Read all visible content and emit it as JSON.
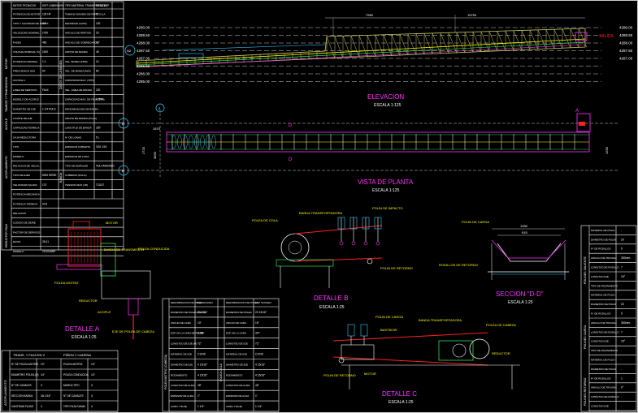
{
  "colors": {
    "background": "#000000",
    "frame": "#ffffff",
    "magenta": "#ff33ff",
    "yellow": "#ffff00",
    "green": "#33ff66",
    "cyan": "#33ccff",
    "red": "#ff2020",
    "olive": "#c8c864"
  },
  "titles": {
    "elevacion": "ELEVACION",
    "elevacion_scale": "ESCALA 1:125",
    "planta": "VISTA DE PLANTA",
    "planta_scale": "ESCALA 1:125",
    "detalle_a": "DETALLE A",
    "detalle_a_scale": "ESCALA 1:25",
    "detalle_b": "DETALLE B",
    "detalle_b_scale": "ESCALA 1:25",
    "detalle_c": "DETALLE C",
    "detalle_c_scale": "ESCALA 1:25",
    "seccion": "SECCION \"D-D\"",
    "seccion_scale": "ESCALA 1:25"
  },
  "elevation": {
    "levels_left": [
      "4290.00",
      "4289.50",
      "4288.00",
      "4287.50",
      "4287.00",
      "4286.50",
      "4286.00",
      "4285.00"
    ],
    "levels_right": [
      "4290.00",
      "4289.50",
      "4288.00",
      "4287.50",
      "4287.00"
    ],
    "dim_1": "7950",
    "dim_2": "15750",
    "tag_n": "N2",
    "tag_red": "SALIDA"
  },
  "planta": {
    "axis_a": "A",
    "axis_b": "B",
    "axis_2": "2",
    "cut_d": "D",
    "dim_1": "1870",
    "dim_2": "2720",
    "dim_3": "3890",
    "dim_4": "1250"
  },
  "labels": {
    "motor": "MOTOR",
    "banda_transmision": "BANDA DE TRANSMISION",
    "polea_conducida": "POLEA CONDUCIDA",
    "polea_motriz": "POLEA MOTRIZ",
    "reductor_a": "REDUCTOR",
    "acople": "ACOPLE",
    "eje_polea": "EJE DE POLEA DE CABEZA",
    "banda_transportadora_b": "BANDA TRANSPORTADORA",
    "polin_impacto": "POLIN DE IMPACTO",
    "polea_cola": "POLEA DE COLA",
    "polin_retorno_b": "POLIN DE RETORNO",
    "polin_carga": "POLIN DE CARGA",
    "rodillos_retorno": "RODILLOS DE RETORNO",
    "seccion_dim1": "1250",
    "seccion_dim2": "915",
    "polin_carga_c": "POLIN DE CARGA",
    "bastidor": "BASTIDOR",
    "banda_transportadora_c": "BANDA TRANSPORTADORA",
    "polea_cabeza": "POLEA DE CABEZA",
    "reductor_c": "REDUCTOR",
    "motor_c": "MOTOR",
    "polin_retorno_c": "POLIN DE RETORNO"
  },
  "main_table": {
    "side_labels": [
      "MOTOR",
      "TAMBOR Y TRANSMISION",
      "ACOPLE",
      "ACOPLAMIENTO",
      "REDUCTOR FALK"
    ],
    "mid_labels": [
      "DATOS DE LA BANDA",
      "BANDA"
    ],
    "header": [
      "DATOS TECNICOS",
      "SIST. DIMENSION",
      "TIPO MATERIAL TRANSPORTADO",
      "PESO ESP."
    ],
    "rows": [
      [
        "POTENCIA DE MOTOR",
        "125 HP",
        "TAMANO MAXIMO DE PARTICULA",
        "1\""
      ],
      [
        "TIPO Y CANTIDAD DE POLOS",
        "4/6",
        "DENSIDAD (Lb/ft3)",
        "100"
      ],
      [
        "VELOCIDAD NOMINAL",
        "1750",
        "ANGULO DE REPOSO",
        "25"
      ],
      [
        "FASES",
        "460",
        "ANGULO DE SOBRECARGA",
        "13°"
      ],
      [
        "VOLTAJE NOMINAL (V)",
        "1160",
        "ANCHO DE BANDA",
        "48"
      ],
      [
        "POTENCIA NOMINAL",
        "1.4",
        "VEL. BANDA (FPM)",
        "14"
      ],
      [
        "FRECUENCIA (HZ)",
        "60",
        "VEL. DE BANDA (M/S)",
        "80"
      ],
      [
        "ACOPLE 1",
        "",
        "CAPACIDAD MAX. (TPH)",
        ""
      ],
      [
        "LINEA DE SERVICIO",
        "FALK",
        "VEL. LINEA DE BANDA",
        "220"
      ],
      [
        "MODELO DE ACOPLE",
        "",
        "CAPACIDAD MAX. DE FAJA (TPH)",
        "17570"
      ],
      [
        "DIAMETRO DE EJE",
        "1 1/4 PULG",
        "DENOMINACION DE BANDA",
        ""
      ],
      [
        "AJUSTE DE EJE",
        "",
        "ANCHO DE BANDA (PULG)",
        ""
      ],
      [
        "CAPACIDAD TERMICA",
        "",
        "LONGITUD DE BANDA",
        "150'"
      ],
      [
        "CAJA REDUCTORA",
        "",
        "N° DE LONAS",
        "5 L"
      ],
      [
        "TIPO",
        "",
        "ESPESOR CUBIERTA",
        "3/16 1/16"
      ],
      [
        "MODELO",
        "",
        "ESPESOR DE LONA",
        ""
      ],
      [
        "RELACION DE VELOC.",
        "",
        "TIPO DE EMPALME",
        "VULCANIZADO"
      ],
      [
        "TIPO DE EJES",
        "5000 SERIE",
        "CUBIERTA (PULG)",
        ""
      ],
      [
        "VELOCIDAD SALIDA",
        "170",
        "TENSION MAX (LB)",
        "711147"
      ],
      [
        "POTENCIA MECANICA",
        "",
        "",
        ""
      ],
      [
        "POTENCIA TERMICA",
        "20.6",
        "",
        ""
      ],
      [
        "RELACION",
        "",
        "",
        ""
      ],
      [
        "CODIGO DE SERIE",
        "",
        "",
        ""
      ],
      [
        "FACTOR DE SERVICIO",
        "",
        "",
        ""
      ],
      [
        "RATIO",
        "28.41",
        "",
        ""
      ],
      [
        "MODELO",
        "2110CAWP",
        "",
        ""
      ]
    ]
  },
  "acople_table": {
    "side_label": "ACOPLAMIENTO",
    "header": [
      "TRANS. Y FAJA EN V",
      "PIÑON Y CADENA"
    ],
    "rows": [
      [
        "N° DE POLEA MOTRIZ",
        "10\"",
        "POLEA MOTRIZ",
        "10\""
      ],
      [
        "DIAMETRO POLEA (D)",
        "14\"",
        "POLEA CONDUCIDA",
        "14\""
      ],
      [
        "N° DE CANALES",
        "3",
        "MARCA TIPO",
        "3"
      ],
      [
        "SECCION BANDA",
        "3A 1/16\"",
        "N° DE CANALES",
        "3"
      ],
      [
        "CANTIDAD FAJAS",
        "4",
        "TIPO FAJA CANAL",
        "4"
      ]
    ]
  },
  "poleas_table_1": {
    "side_labels": [
      "POLEA MOTRIZ (CABEZA)",
      "POLEA COLA"
    ],
    "header": [
      "DENOMINACION DE POLEA",
      "ESP. SOLDEO",
      "DENOMINACION DE POLEA",
      "ESP. SOLDEO"
    ],
    "rows": [
      [
        "DIAMETRO DE POLEA (PULG)",
        "24-7/16\"",
        "DIAMETRO DE POLEA",
        "20 13/16\""
      ],
      [
        "ANCHO DE CARA",
        "10\"",
        "ANCHO DE CARA",
        "16\""
      ],
      [
        "ESP. DE LA CARA DE POLEA",
        "4 5/8\"",
        "ESP. DE LA CARA",
        "3/4\""
      ],
      [
        "LONGITUD DE EJE (M)",
        "72\"",
        "LONGITUD DE EJE",
        "72\""
      ],
      [
        "MATERIAL DE EJE",
        "C1045",
        "MATERIAL DE EJE",
        "C1045"
      ],
      [
        "DIAMETRO DE EJE",
        "4 15/16\"",
        "DIAMETRO DE EJE",
        "4 15/16\""
      ],
      [
        "RODAMIENTO",
        "4 15/16\"",
        "RODAMIENTO",
        "4 15/16\""
      ],
      [
        "LONGITUD DE ALMA",
        "48\"",
        "LONGITUD DE ALMA",
        "48\""
      ],
      [
        "ESPESOR DE ALMA",
        "1\"",
        "ESPESOR DE ALMA",
        "1\""
      ],
      [
        "CUBO Y BUJE",
        "1 1/4\"",
        "CUBO Y BUJE",
        "1 1/4\""
      ]
    ]
  },
  "polines_table": {
    "side_labels": [
      "POLINES SALIENTE",
      "POLINES CARGA",
      "POLINES RETORNO"
    ],
    "rows": [
      [
        "MATERIAL DE POLIN",
        "-"
      ],
      [
        "DIAMETRO DE POLIN",
        "20"
      ],
      [
        "N° DE RODILLOS",
        "9"
      ],
      [
        "ANGULO DE TROUGH",
        "350mm"
      ],
      [
        "LONGITUD DE RODILLO",
        "7"
      ],
      [
        "LONGITUD EJE",
        "15°"
      ],
      [
        "TIPO DE RODAMIENTO",
        "-"
      ],
      [
        "MATERIAL DE POLIN",
        "-"
      ],
      [
        "DIAMETRO DE POLIN",
        "20"
      ],
      [
        "N° DE RODILLOS",
        "9"
      ],
      [
        "ANGULO DE TROUGH",
        "350mm"
      ],
      [
        "LONGITUD DE RODILLO",
        "7"
      ],
      [
        "LONGITUD EJE",
        "15°"
      ],
      [
        "TIPO DE RODAMIENTO",
        "-"
      ],
      [
        "MATERIAL DE POLIN",
        "-"
      ],
      [
        "DIAMETRO DE POLIN",
        "-"
      ],
      [
        "N° DE RODILLOS",
        "1"
      ],
      [
        "ANGULO DE TROUGH",
        "0°"
      ],
      [
        "LONGITUD DE RODILLO",
        "-"
      ],
      [
        "LONGITUD EJE",
        "-"
      ]
    ]
  }
}
